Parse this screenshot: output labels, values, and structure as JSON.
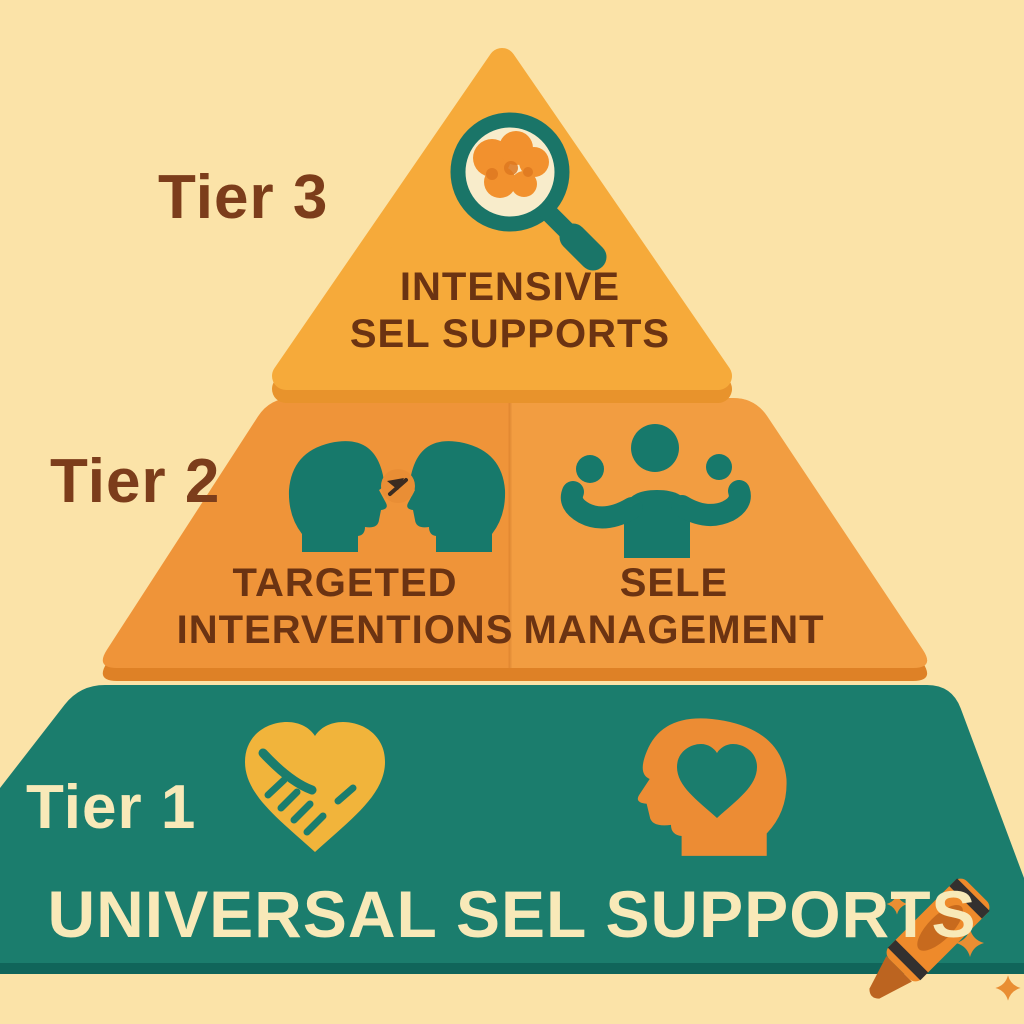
{
  "infographic": {
    "title_semantic": "SEL Supports Pyramid",
    "tier3": {
      "label": "Tier 3",
      "caption_line1": "INTENSIVE",
      "caption_line2": "SEL SUPPORTS",
      "icon": "magnifier-brain-icon"
    },
    "tier2": {
      "label": "Tier 2",
      "left_caption_line1": "TARGETED",
      "left_caption_line2": "INTERVENTIONS",
      "left_icon": "talking-heads-icon",
      "right_caption_line1": "SELE",
      "right_caption_line2": "MANAGEMENT",
      "right_icon": "juggling-person-icon"
    },
    "tier1": {
      "label": "Tier 1",
      "caption": "UNIVERSAL SEL SUPPORTS",
      "icons": [
        "handshake-heart-icon",
        "head-heart-icon"
      ]
    },
    "decorations": [
      "crayon-icon",
      "sparkle-icon",
      "sparkle-icon",
      "sparkle-icon"
    ]
  },
  "colors": {
    "background_cream": "#FBE3A8",
    "tier3_orange": "#F6AA3A",
    "tier3_shadow": "#E8932C",
    "tier2_orange": "#EF9439",
    "tier2_orange_light": "#F4A449",
    "tier2_shadow": "#DE8126",
    "tier1_teal": "#1B7D6D",
    "tier1_shadow": "#10655A",
    "icon_teal": "#17796B",
    "icon_orange": "#EC8C34",
    "icon_gold": "#F1B43B",
    "brain_orange": "#F2912E",
    "crayon_orange": "#EE8A2B",
    "text_brown": "#7C3D1B",
    "text_dark_brown": "#6B3312",
    "text_cream": "#F8E9B8"
  }
}
